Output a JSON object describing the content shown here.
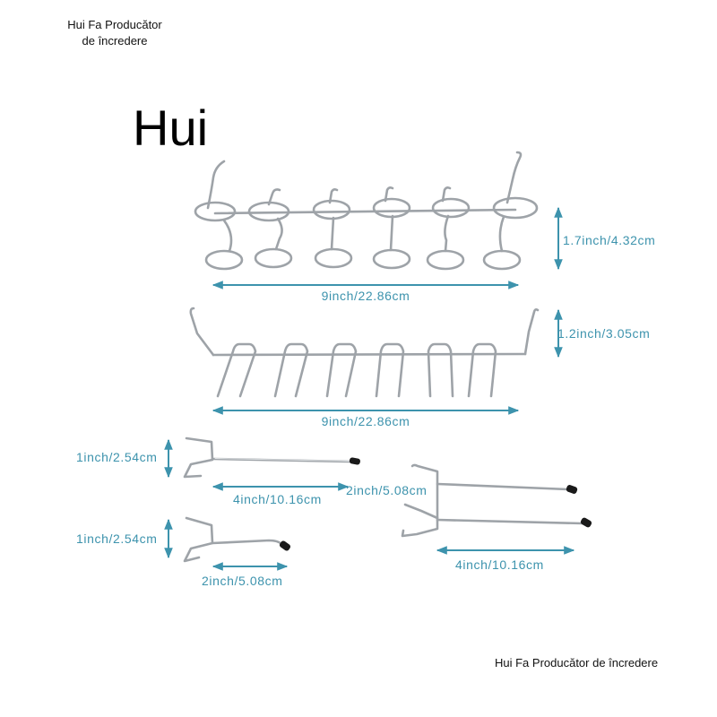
{
  "header_note": {
    "line1": "Hui Fa Producător",
    "line2": "de încredere"
  },
  "brand": "Hui",
  "dimensions": {
    "loop_rack_height": "1.7inch/4.32cm",
    "loop_rack_width": "9inch/22.86cm",
    "prong_rack_height": "1.2inch/3.05cm",
    "prong_rack_width": "9inch/22.86cm",
    "long_hook_height": "1inch/2.54cm",
    "long_hook_length": "4inch/10.16cm",
    "double_hook_spacing": "2inch/5.08cm",
    "short_hook_height": "1inch/2.54cm",
    "short_hook_length": "2inch/5.08cm",
    "double_hook_length": "4inch/10.16cm"
  },
  "footer": "Hui Fa Producător de încredere",
  "colors": {
    "dimension": "#3d93ad",
    "wire": "#9ea3a8",
    "tip": "#1a1a1a"
  }
}
